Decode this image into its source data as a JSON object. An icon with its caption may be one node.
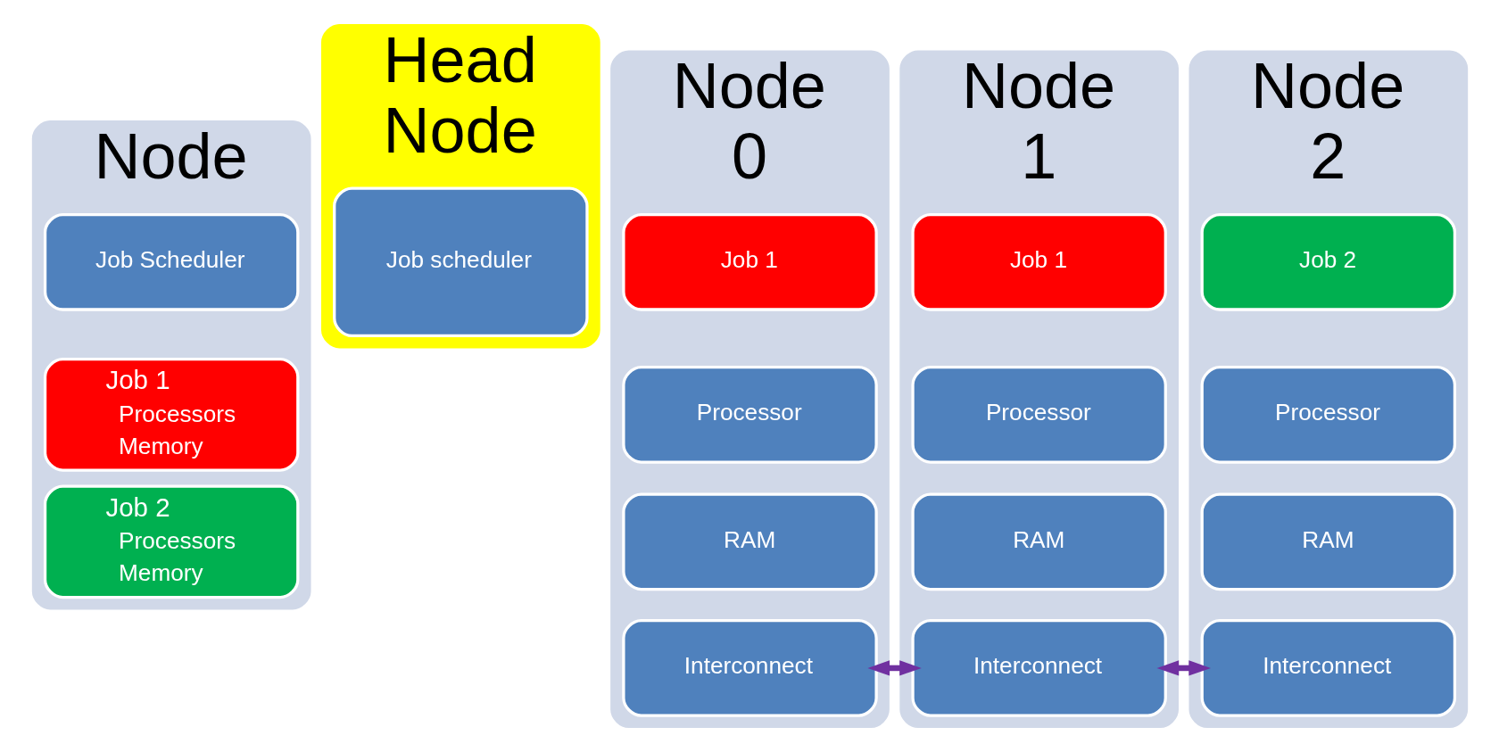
{
  "diagram": {
    "nodes": [
      {
        "text": [
          "Node"
        ]
      },
      {
        "text": [
          "Job Scheduler"
        ],
        "in": 0
      },
      {
        "text": [
          "Job 1",
          "Processors",
          "Memory"
        ],
        "in": 0
      },
      {
        "text": [
          "Job 2",
          "Processors",
          "Memory"
        ],
        "in": 0
      },
      {
        "text": [
          "Head Node"
        ]
      },
      {
        "text": [
          "Job scheduler"
        ],
        "in": 4
      },
      {
        "text": [
          "Node 0"
        ]
      },
      {
        "text": [
          "Job 1"
        ],
        "in": 6
      },
      {
        "text": [
          "Processor"
        ],
        "in": 6
      },
      {
        "text": [
          "RAM"
        ],
        "in": 6
      },
      {
        "text": [
          "Interconnect"
        ],
        "in": 6
      },
      {
        "text": [
          "Node 1"
        ]
      },
      {
        "text": [
          "Job 1"
        ],
        "in": 11
      },
      {
        "text": [
          "Processor"
        ],
        "in": 11
      },
      {
        "text": [
          "RAM"
        ],
        "in": 11
      },
      {
        "text": [
          "Interconnect"
        ],
        "in": 11
      },
      {
        "text": [
          "Node 2"
        ]
      },
      {
        "text": [
          "Job 2"
        ],
        "in": 16
      },
      {
        "text": [
          "Processor"
        ],
        "in": 16
      },
      {
        "text": [
          "RAM"
        ],
        "in": 16
      },
      {
        "text": [
          "Interconnect"
        ],
        "in": 16
      }
    ],
    "edges": [
      {
        "from": 10,
        "to": 15,
        "arrow": "both"
      },
      {
        "from": 15,
        "to": 20,
        "arrow": "both"
      }
    ]
  }
}
